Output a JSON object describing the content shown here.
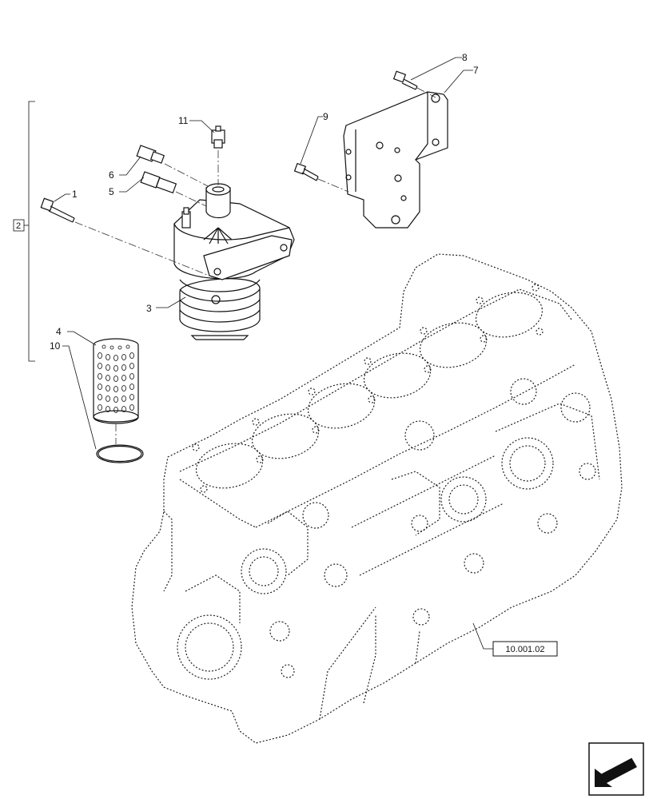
{
  "callouts": {
    "c1": "1",
    "c2": "2",
    "c3": "3",
    "c4": "4",
    "c5": "5",
    "c6": "6",
    "c7": "7",
    "c8": "8",
    "c9": "9",
    "c10": "10",
    "c11": "11"
  },
  "reference": "10.001.02",
  "icons": {
    "nav": "arrow-icon"
  }
}
